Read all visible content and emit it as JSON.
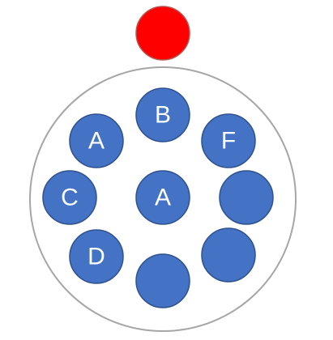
{
  "colors": {
    "indicator": "#ff0000",
    "indicator_stroke": "#b85450",
    "plate_fill": "#ffffff",
    "plate_stroke": "#a6a6a6",
    "node_fill": "#4472c4",
    "node_stroke": "#2f528f",
    "label": "#ffffff"
  },
  "nodes": {
    "top": {
      "label": "B"
    },
    "upper_left": {
      "label": "A"
    },
    "upper_right": {
      "label": "F"
    },
    "left": {
      "label": "C"
    },
    "center": {
      "label": "A"
    },
    "right": {
      "label": ""
    },
    "lower_left": {
      "label": "D"
    },
    "bottom": {
      "label": ""
    },
    "lower_right": {
      "label": ""
    }
  }
}
